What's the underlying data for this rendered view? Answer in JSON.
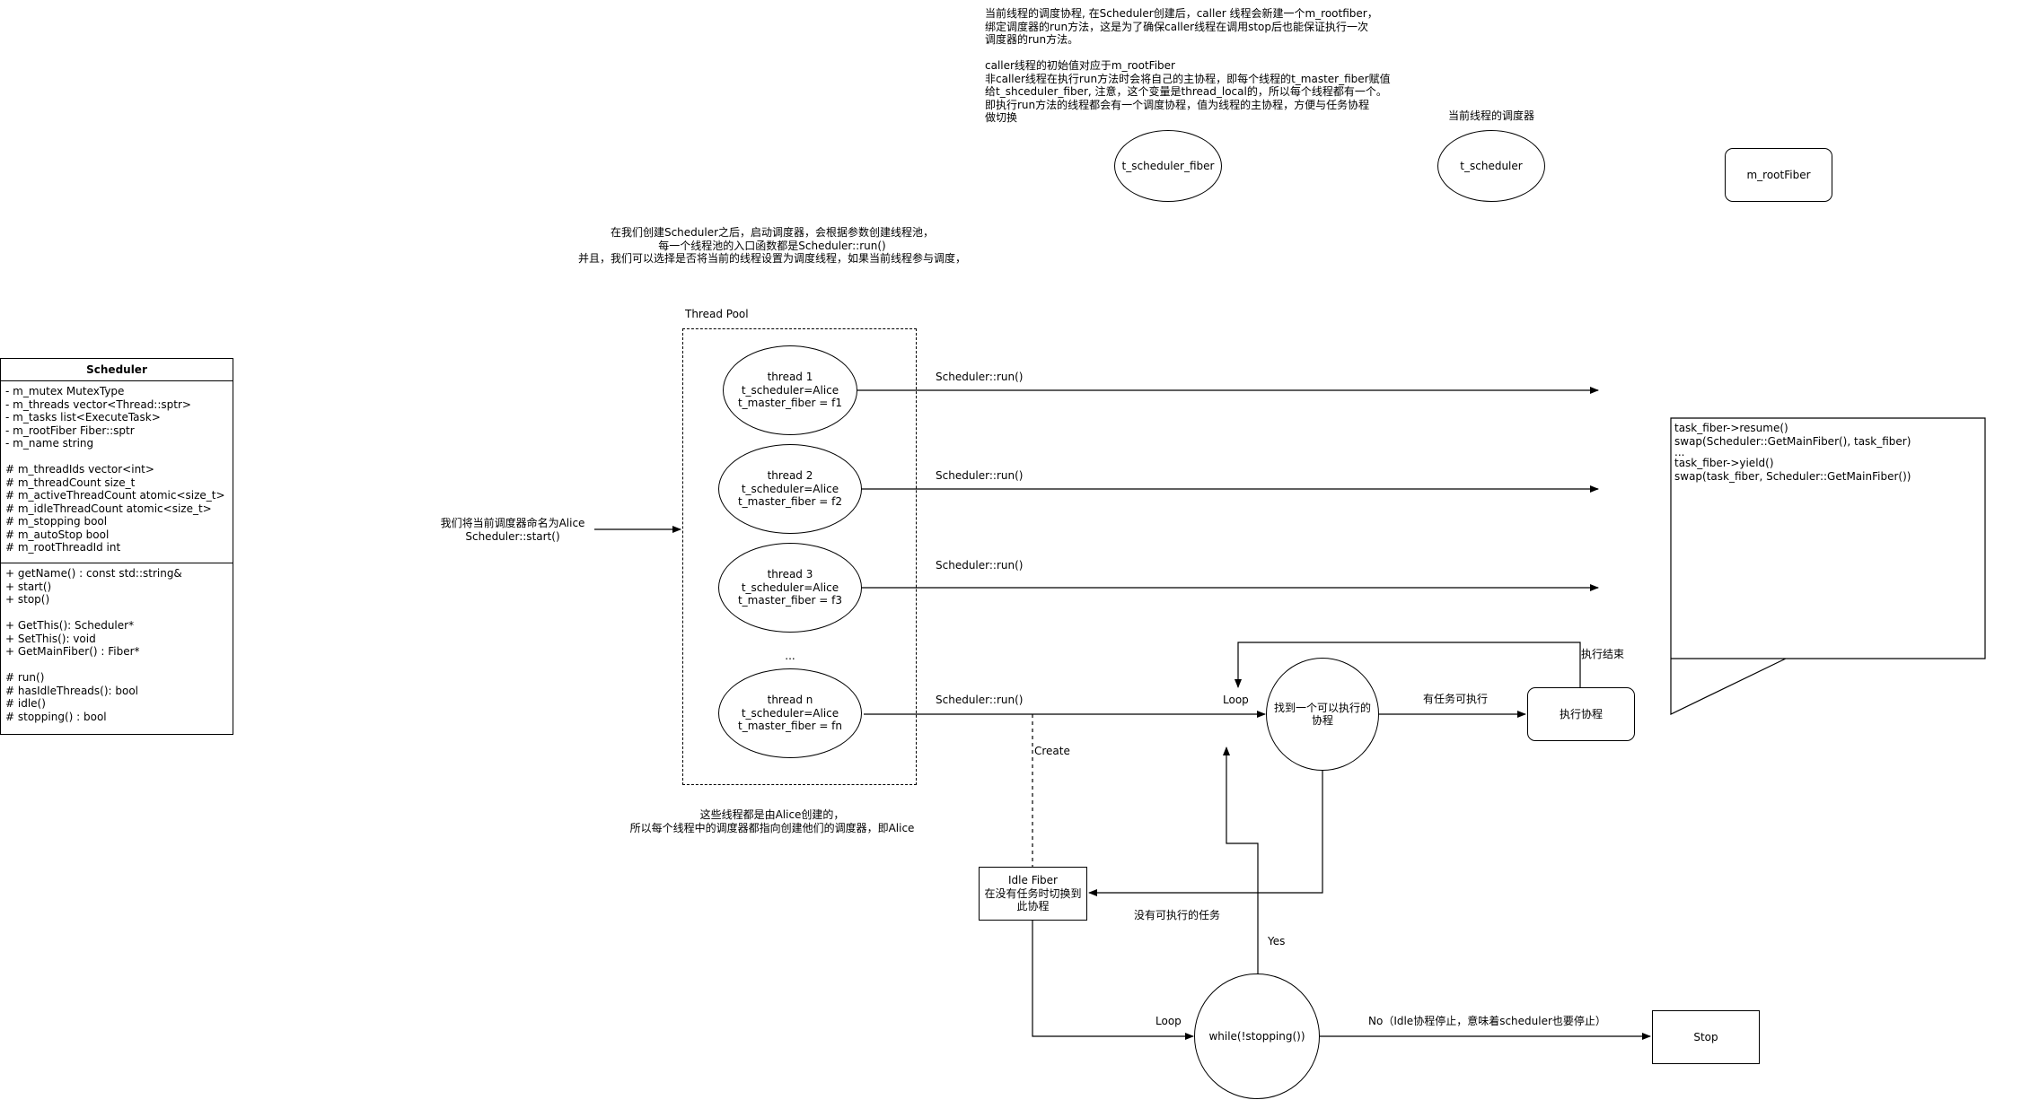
{
  "notes": {
    "top_right": [
      "当前线程的调度协程, 在Scheduler创建后，caller 线程会新建一个m_rootfiber，",
      "绑定调度器的run方法，这是为了确保caller线程在调用stop后也能保证执行一次",
      "调度器的run方法。",
      "",
      "caller线程的初始值对应于m_rootFiber",
      "非caller线程在执行run方法时会将自己的主协程，即每个线程的t_master_fiber赋值",
      "给t_shceduler_fiber, 注意，这个变量是thread_local的，所以每个线程都有一个。",
      "即执行run方法的线程都会有一个调度协程，值为线程的主协程，方便与任务协程",
      "做切换"
    ],
    "current_scheduler": "当前线程的调度器",
    "pool_intro": [
      "在我们创建Scheduler之后，启动调度器，会根据参数创建线程池，",
      "每一个线程池的入口函数都是Scheduler::run()",
      "并且，我们可以选择是否将当前的线程设置为调度线程，如果当前线程参与调度，"
    ],
    "start_label": [
      "我们将当前调度器命名为Alice",
      "Scheduler::start()"
    ],
    "created_by": [
      "这些线程都是由Alice创建的，",
      "所以每个线程中的调度器都指向创建他们的调度器，即Alice"
    ]
  },
  "nodes": {
    "t_scheduler_fiber": "t_scheduler_fiber",
    "t_scheduler": "t_scheduler",
    "m_rootFiber": "m_rootFiber",
    "find_fiber": "找到一个可以执行的协程",
    "exec_fiber": "执行协程",
    "idle_fiber": [
      "Idle Fiber",
      "在没有任务时切换到",
      "此协程"
    ],
    "while_loop": "while(!stopping())",
    "stop": "Stop"
  },
  "thread_pool": {
    "label": "Thread Pool",
    "ellipsis": "...",
    "threads": [
      {
        "lines": [
          "thread 1",
          "t_scheduler=Alice",
          "t_master_fiber = f1"
        ],
        "edge": "Scheduler::run()"
      },
      {
        "lines": [
          "thread 2",
          "t_scheduler=Alice",
          "t_master_fiber = f2"
        ],
        "edge": "Scheduler::run()"
      },
      {
        "lines": [
          "thread 3",
          "t_scheduler=Alice",
          "t_master_fiber = f3"
        ],
        "edge": "Scheduler::run()"
      },
      {
        "lines": [
          "thread n",
          "t_scheduler=Alice",
          "t_master_fiber = fn"
        ],
        "edge": "Scheduler::run()"
      }
    ]
  },
  "edge_labels": {
    "create": "Create",
    "loop_top": "Loop",
    "has_task": "有任务可执行",
    "exec_done": "执行结束",
    "no_task": "没有可执行的任务",
    "yes": "Yes",
    "loop_bottom": "Loop",
    "no_stop": "No（Idle协程停止，意味着scheduler也要停止）"
  },
  "scheduler_class": {
    "title": "Scheduler",
    "fields": [
      "- m_mutex MutexType",
      "- m_threads vector<Thread::sptr>",
      "- m_tasks list<ExecuteTask>",
      "- m_rootFiber  Fiber::sptr",
      "- m_name string",
      "",
      "# m_threadIds vector<int>",
      "# m_threadCount size_t",
      "# m_activeThreadCount atomic<size_t>",
      "# m_idleThreadCount atomic<size_t>",
      "# m_stopping bool",
      "# m_autoStop bool",
      "# m_rootThreadId int"
    ],
    "methods": [
      "+ getName() : const std::string&",
      "+ start()",
      "+ stop()",
      "",
      "+ GetThis(): Scheduler*",
      "+ SetThis(): void",
      "+ GetMainFiber() : Fiber*",
      "",
      "# run()",
      "# hasIdleThreads(): bool",
      "# idle()",
      "# stopping() : bool"
    ]
  },
  "callout": [
    "task_fiber->resume()",
    "    swap(Scheduler::GetMainFiber(),  task_fiber)",
    "...",
    "task_fiber->yield()",
    "    swap(task_fiber, Scheduler::GetMainFiber())"
  ]
}
